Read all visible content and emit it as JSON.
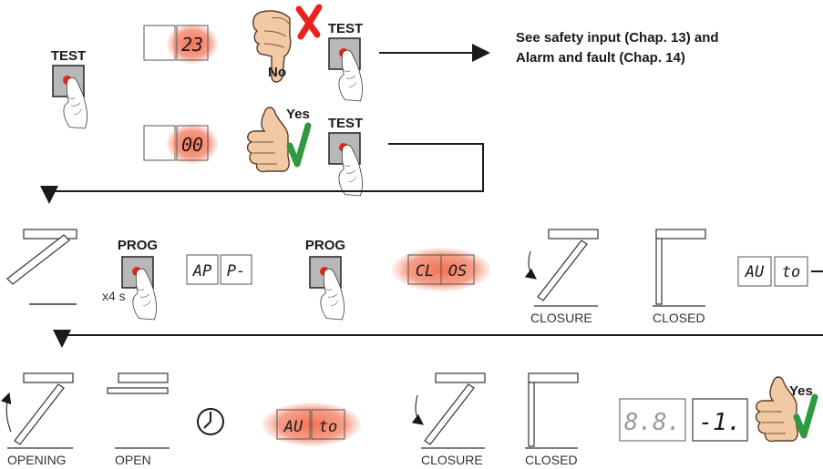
{
  "row1": {
    "test_label": "TEST",
    "display_error": "23",
    "no_label": "No",
    "test_label_no": "TEST",
    "note_line1": "See safety input (Chap. 13) and",
    "note_line2": "Alarm and fault (Chap. 14)",
    "display_ok": "00",
    "yes_label": "Yes",
    "test_label_yes": "TEST"
  },
  "row2": {
    "prog_label_1": "PROG",
    "hold_text": "x4 s",
    "display_app": [
      "AP",
      "P-"
    ],
    "prog_label_2": "PROG",
    "display_clos": [
      "CL",
      "OS"
    ],
    "closure_caption": "CLOSURE",
    "closed_caption": "CLOSED",
    "display_auto": [
      "AU",
      "to"
    ]
  },
  "row3": {
    "opening_caption": "OPENING",
    "open_caption": "OPEN",
    "display_auto": [
      "AU",
      "to"
    ],
    "closure_caption": "CLOSURE",
    "closed_caption": "CLOSED",
    "display_final": [
      "8.8.",
      "-1."
    ],
    "yes_label": "Yes"
  },
  "colors": {
    "highlight": "#f08060",
    "check_green": "#2e9a3e",
    "cross_red": "#e8231e",
    "button_grey": "#b8b8b8",
    "led_red": "#e8231e",
    "hand_skin": "#f2c9a5"
  }
}
